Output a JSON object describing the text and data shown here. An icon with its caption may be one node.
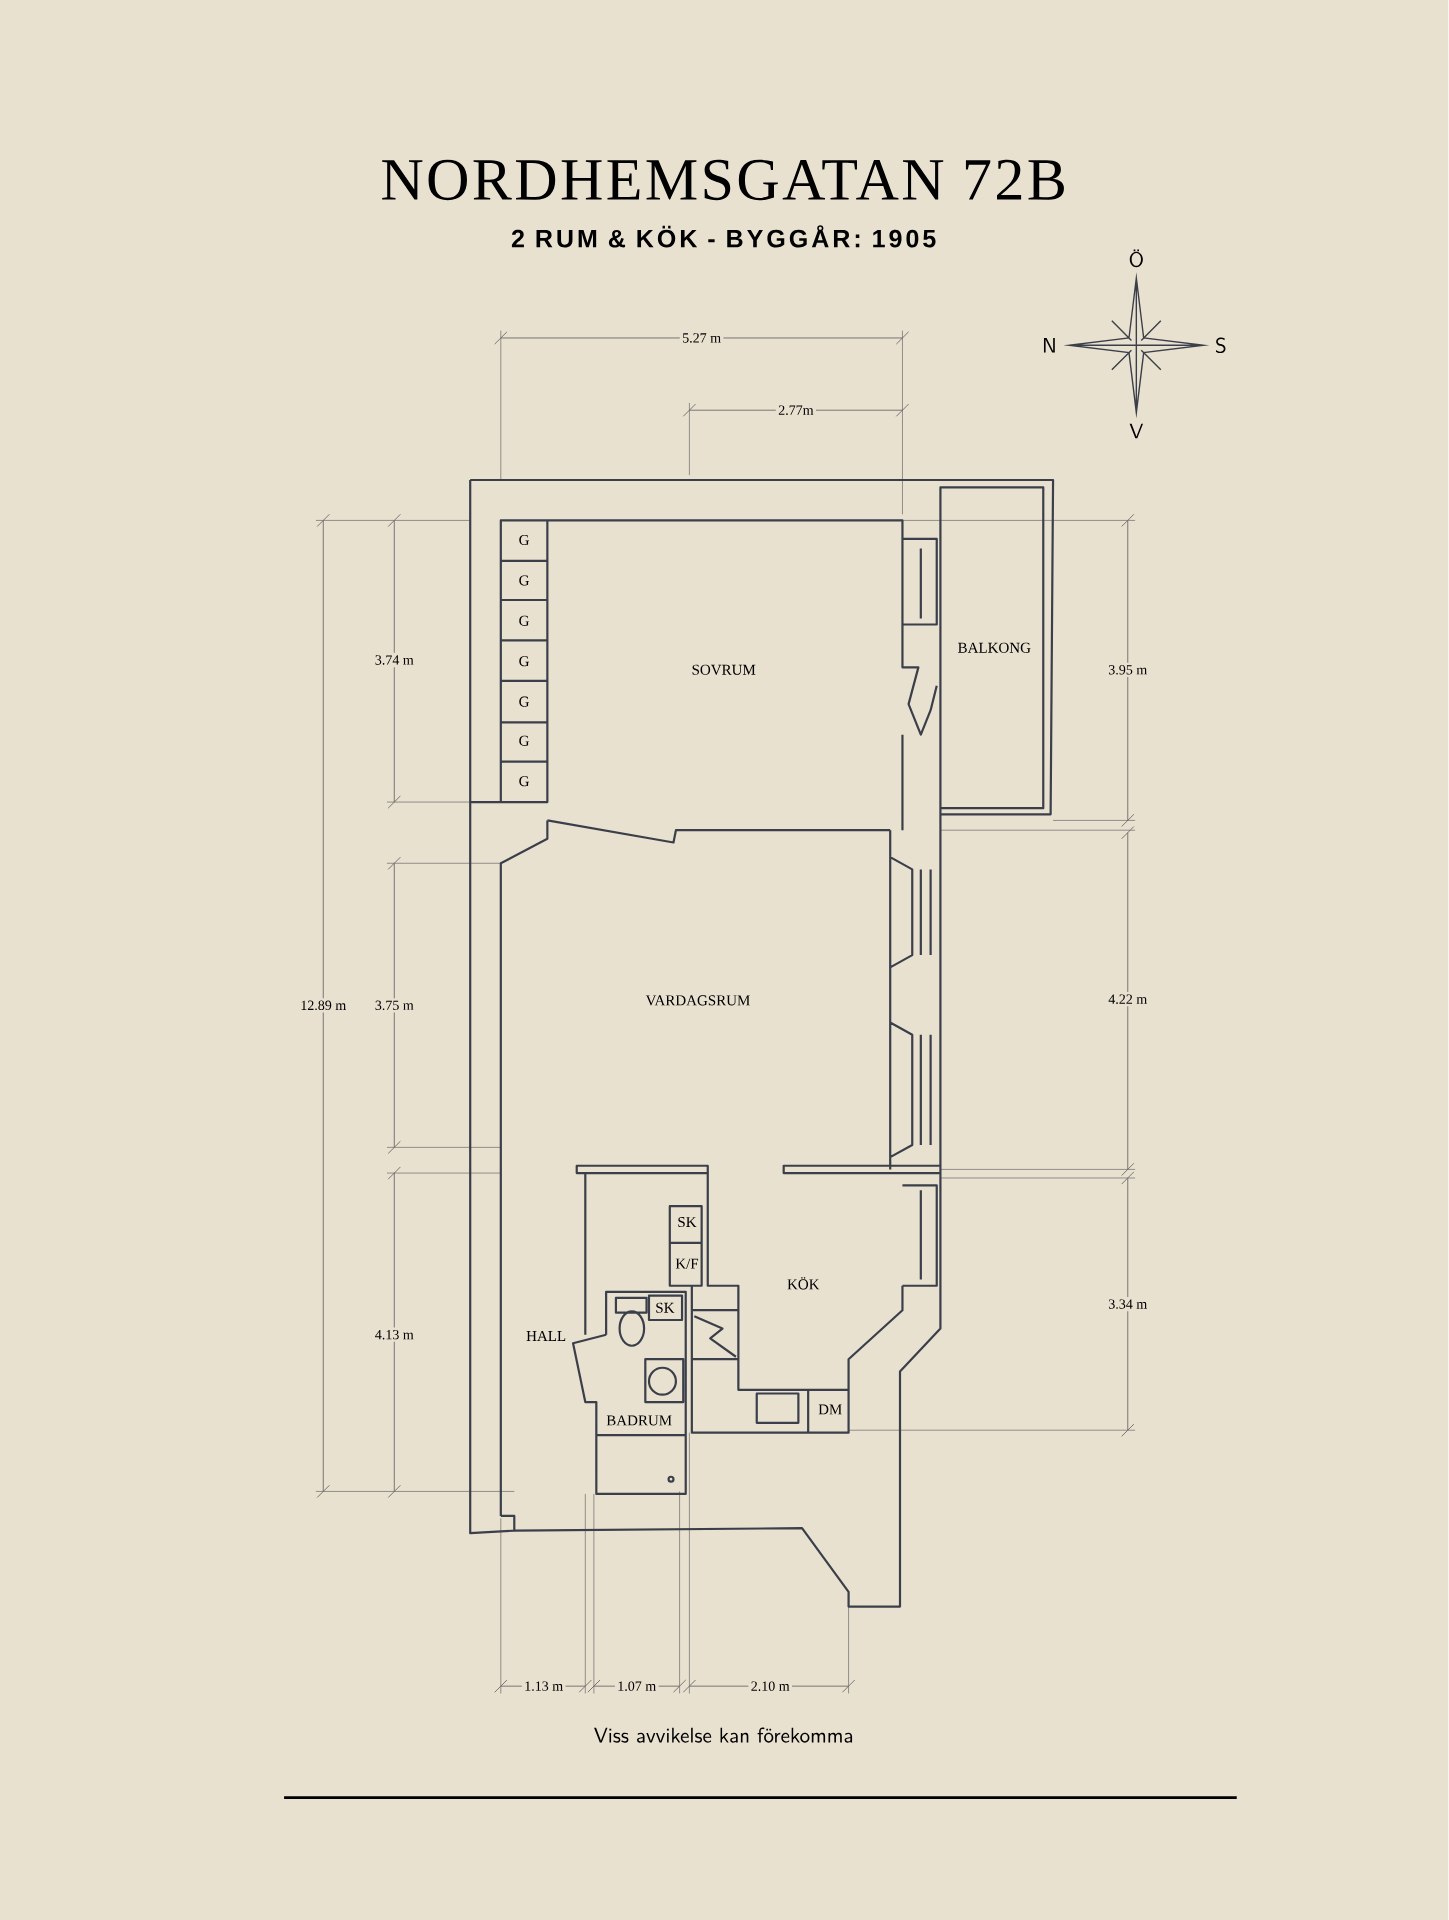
{
  "diagram": {
    "title": "NORDHEMSGATAN 72B",
    "caption": "Viss avvikelse kan förekomma",
    "labels": [
      "2 RUM & KÖK  -  BYGGÅR: 1905",
      "Ö",
      "N",
      "S",
      "V",
      "5.27 m",
      "2.77m",
      "G",
      "G",
      "G",
      "G",
      "G",
      "G",
      "G",
      "3.74 m",
      "SOVRUM",
      "BALKONG",
      "3.95 m",
      "12.89 m",
      "3.75 m",
      "VARDAGSRUM",
      "4.22 m",
      "SK",
      "K/F",
      "KÖK",
      "SK",
      "3.34 m",
      "4.13 m",
      "HALL",
      "BADRUM",
      "DM",
      "1.13 m",
      "1.07 m",
      "2.10 m"
    ]
  }
}
